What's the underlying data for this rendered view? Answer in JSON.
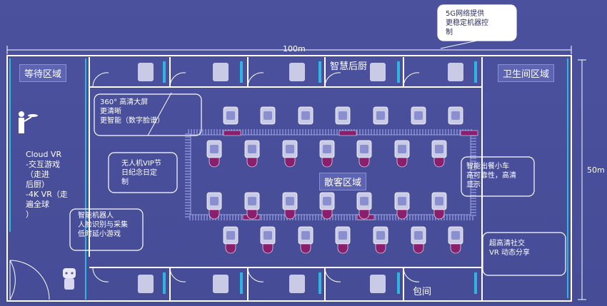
{
  "dimensions": {
    "width_label": "100m",
    "height_label": "50m"
  },
  "zones": {
    "waiting": "等待区域",
    "kitchen": "智慧后厨",
    "restroom": "卫生间区域",
    "dining": "散客区域",
    "private_room": "包间"
  },
  "callouts": {
    "network": "5G网络提供\n更稳定机器控\n制",
    "screen": "360°  高清大屏\n更清晰\n更智能（数字脸谱）",
    "drone": "无人机VIP节\n日纪念日定\n制",
    "cart": "智能出餐小车\n高可靠性，高清\n显示",
    "social": "超高清社交\nVR 动态分享",
    "robot": "智能机器人\n人脸识别与采集\n低时延小游戏",
    "cloud_vr": "Cloud VR\n-交互游戏\n（走进\n  后厨）\n-4K VR（走\n遍全球\n    ）"
  },
  "colors": {
    "background": "#4a4f9a",
    "wall": "#ffffff",
    "accent": "#2fb5e0",
    "seat": "#8a1f6e",
    "table": "#c9cbe6",
    "bubble": "#ffffff"
  }
}
